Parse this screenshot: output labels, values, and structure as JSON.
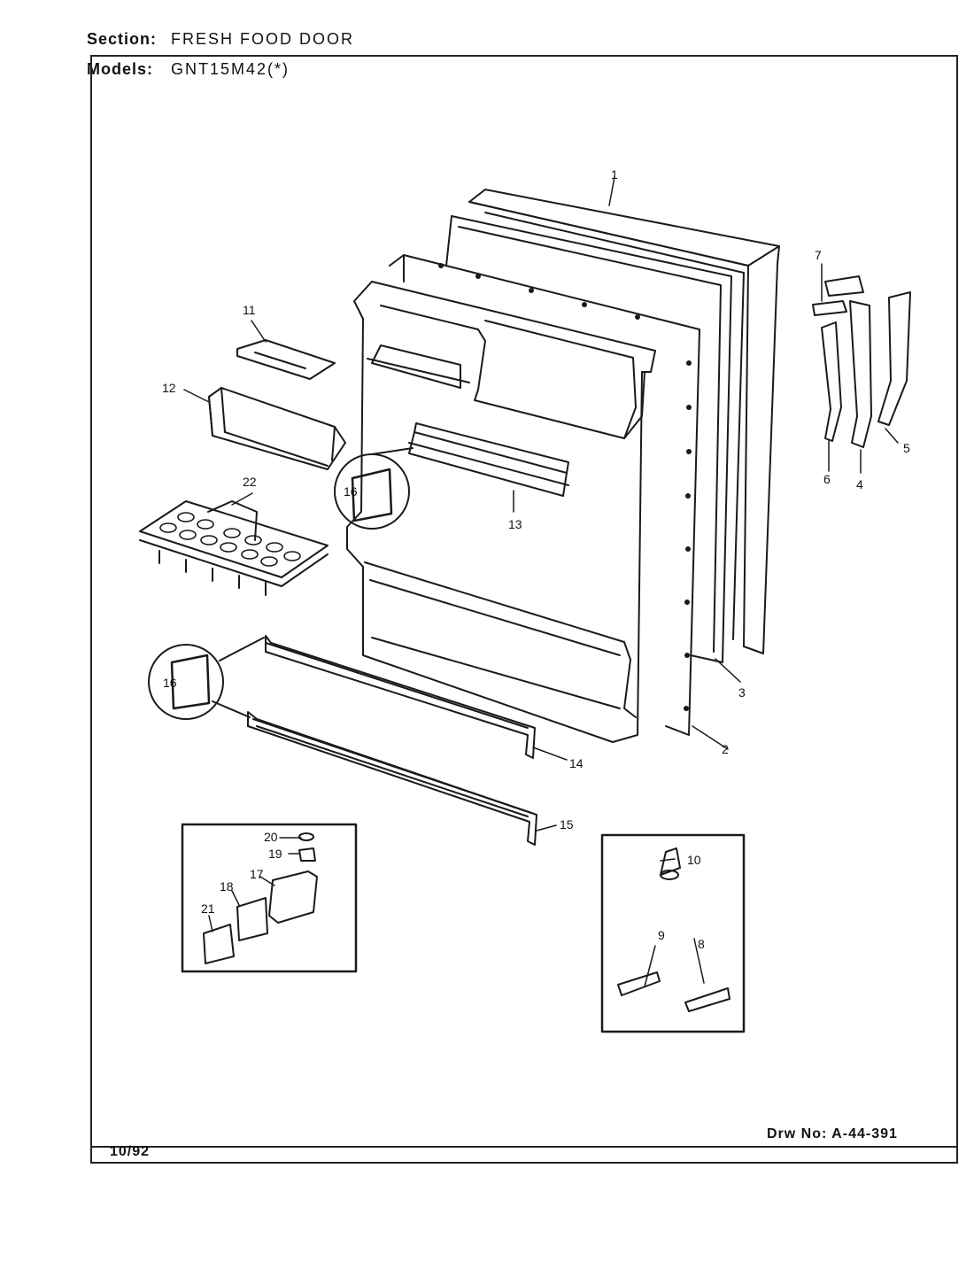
{
  "header": {
    "section_label": "Section:",
    "section_value": "FRESH FOOD DOOR",
    "models_label": "Models:",
    "models_value": "GNT15M42(*)"
  },
  "footer": {
    "date": "10/92",
    "drawing_number": "Drw No: A-44-391"
  },
  "callouts": {
    "c1": "1",
    "c2": "2",
    "c3": "3",
    "c4": "4",
    "c5": "5",
    "c6": "6",
    "c7": "7",
    "c8": "8",
    "c9": "9",
    "c10": "10",
    "c11": "11",
    "c12": "12",
    "c13": "13",
    "c14": "14",
    "c15": "15",
    "c16a": "16",
    "c16b": "16",
    "c17": "17",
    "c18": "18",
    "c19": "19",
    "c20": "20",
    "c21": "21",
    "c22": "22"
  }
}
